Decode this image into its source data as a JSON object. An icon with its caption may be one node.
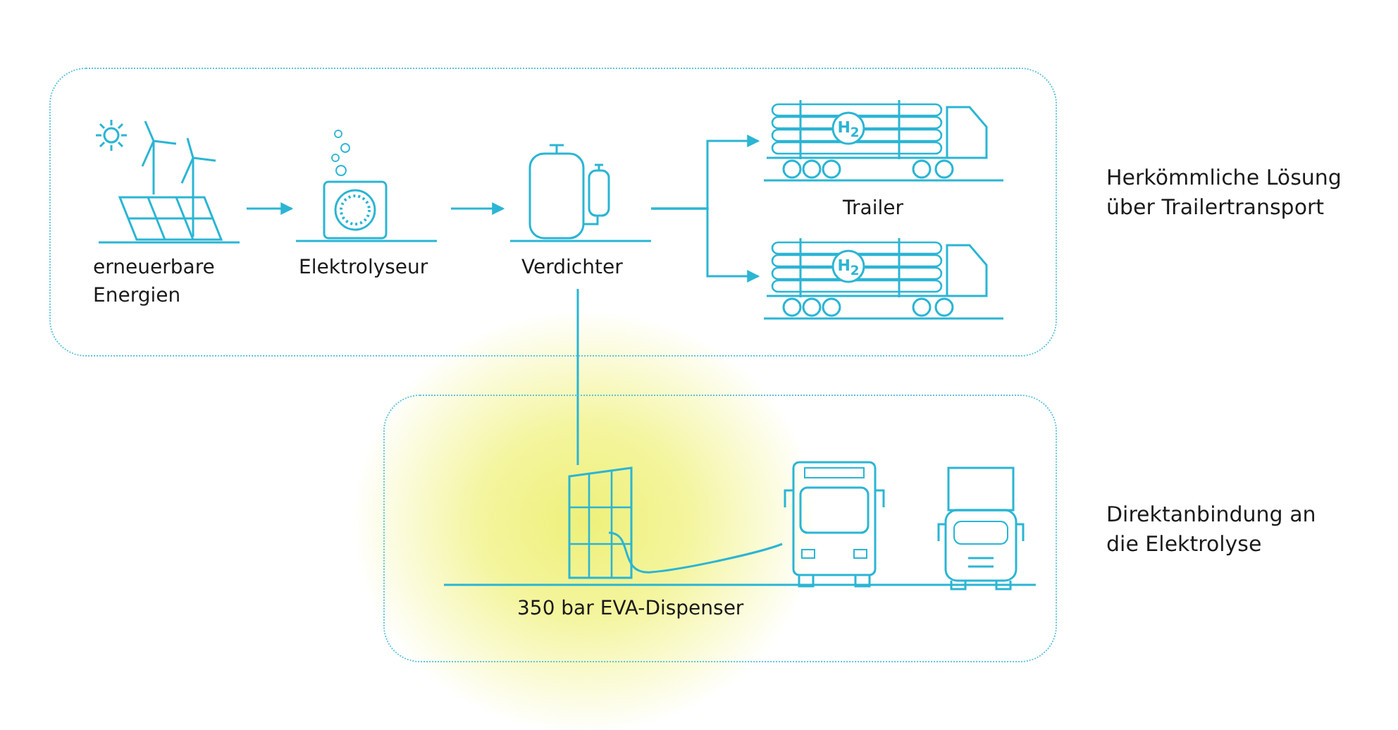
{
  "diagram": {
    "nodes": [
      {
        "text": [
          "Herkömmliche Lösung über Trailertransport"
        ]
      },
      {
        "text": [
          "erneuerbare Energien"
        ],
        "in": 0
      },
      {
        "text": [
          "Elektrolyseur"
        ],
        "in": 0
      },
      {
        "text": [
          "Verdichter"
        ],
        "in": 0
      },
      {
        "text": [
          "H$_{2}$"
        ],
        "in": 0
      },
      {
        "text": [
          "H$_{2}$"
        ],
        "in": 0
      },
      {
        "text": [
          "Direktanbindung an die Elektrolyse"
        ]
      },
      {
        "text": [
          "350 bar EVA-Dispenser"
        ],
        "in": 6
      },
      {
        "text": [],
        "shape": "picture",
        "in": 6
      },
      {
        "text": [],
        "shape": "picture",
        "in": 6
      }
    ],
    "edges": [
      {
        "from": 1,
        "to": 2,
        "arrow": "to"
      },
      {
        "from": 2,
        "to": 3,
        "arrow": "to"
      },
      {
        "from": 3,
        "to": 4,
        "arrow": "to"
      },
      {
        "from": 3,
        "to": 5,
        "arrow": "to"
      },
      {
        "from": 3,
        "to": 7,
        "arrow": "none"
      },
      {
        "from": 7,
        "to": 8,
        "arrow": "none"
      }
    ],
    "labels": [
      "Trailer"
    ]
  }
}
